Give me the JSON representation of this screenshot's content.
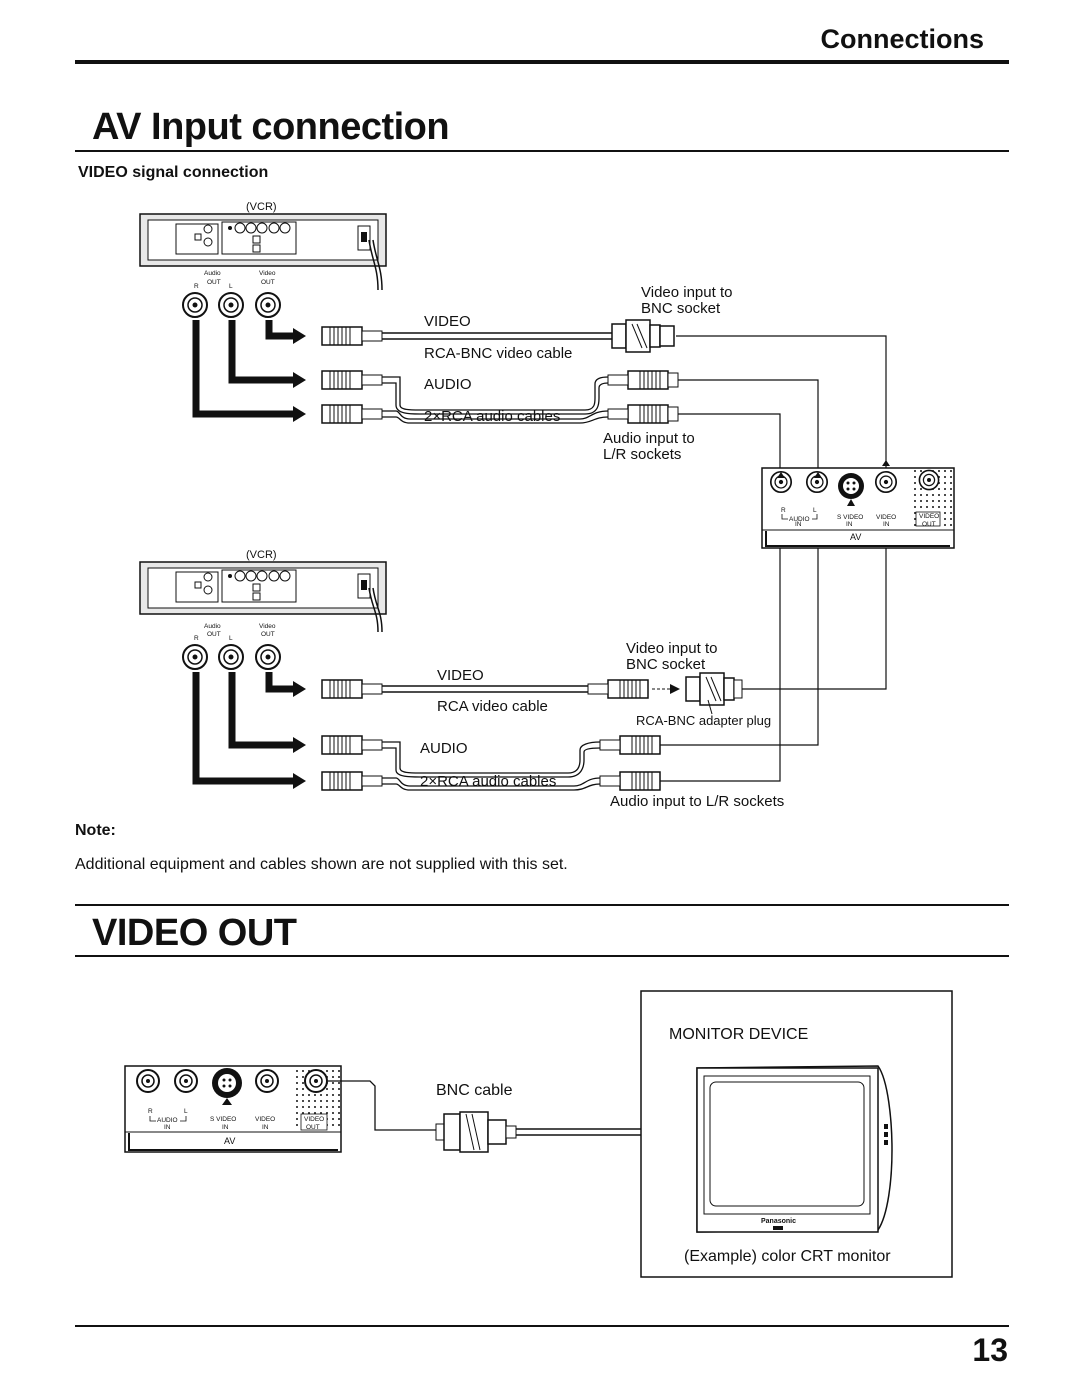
{
  "header": {
    "section": "Connections",
    "page_number": "13"
  },
  "av_input": {
    "title": "AV Input connection",
    "subtitle": "VIDEO signal connection",
    "top_diagram": {
      "vcr": "(VCR)",
      "audio_out": "Audio",
      "video_out": "Video",
      "out1": "OUT",
      "out2": "OUT",
      "r": "R",
      "l": "L",
      "video": "VIDEO",
      "video_cable": "RCA-BNC video cable",
      "audio": "AUDIO",
      "audio_cables": "2×RCA audio cables",
      "video_input_1": "Video input to",
      "video_input_2": "BNC socket",
      "audio_input_1": "Audio input to",
      "audio_input_2": "L/R sockets"
    },
    "panel": {
      "r": "R",
      "l": "L",
      "audio": "AUDIO",
      "s_video": "S VIDEO",
      "video": "VIDEO",
      "video_out": "VIDEO",
      "in1": "IN",
      "in2": "IN",
      "in3": "IN",
      "out": "OUT",
      "av": "AV"
    },
    "bottom_diagram": {
      "vcr": "(VCR)",
      "audio_out": "Audio",
      "video_out": "Video",
      "out1": "OUT",
      "out2": "OUT",
      "r": "R",
      "l": "L",
      "video": "VIDEO",
      "video_cable": "RCA video cable",
      "audio": "AUDIO",
      "audio_cables": "2×RCA audio cables",
      "video_input_1": "Video input to",
      "video_input_2": "BNC socket",
      "adapter": "RCA-BNC adapter plug",
      "audio_input": "Audio input to L/R sockets"
    },
    "note_label": "Note:",
    "note_text": "Additional equipment and cables shown are not supplied with this set."
  },
  "video_out": {
    "title": "VIDEO OUT",
    "panel": {
      "r": "R",
      "l": "L",
      "audio": "AUDIO",
      "s_video": "S VIDEO",
      "video": "VIDEO",
      "video_out": "VIDEO",
      "in1": "IN",
      "in2": "IN",
      "in3": "IN",
      "out": "OUT",
      "av": "AV"
    },
    "cable": "BNC cable",
    "monitor_device": "MONITOR DEVICE",
    "brand": "Panasonic",
    "example": "(Example) color CRT monitor"
  }
}
